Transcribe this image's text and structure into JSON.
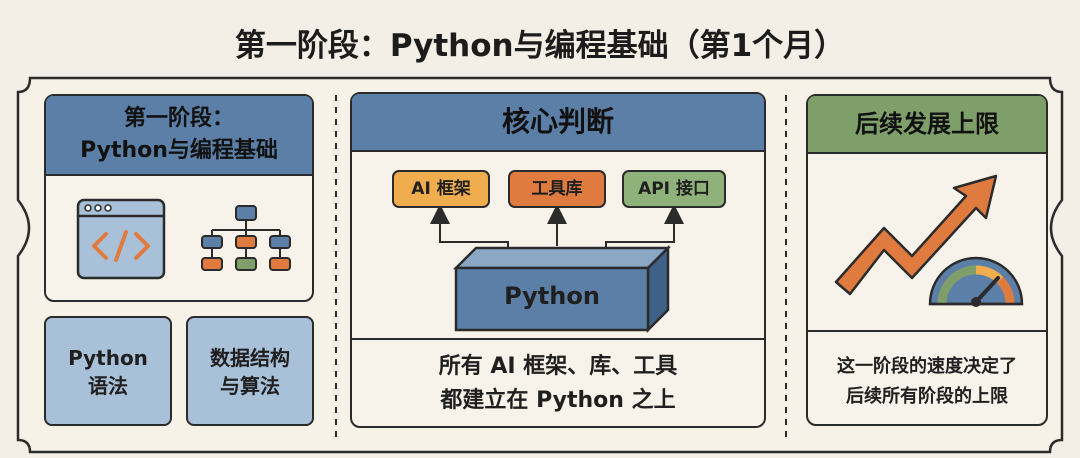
{
  "title": "第一阶段：Python与编程基础（第1个月）",
  "left_panel": {
    "heading_line1": "第一阶段：",
    "heading_line2": "Python与编程基础",
    "card1_line1": "Python",
    "card1_line2": "语法",
    "card2_line1": "数据结构",
    "card2_line2": "与算法"
  },
  "center_panel": {
    "heading": "核心判断",
    "tags": [
      "AI 框架",
      "工具库",
      "API 接口"
    ],
    "base_label": "Python",
    "caption_line1": "所有 AI 框架、库、工具",
    "caption_line2": "都建立在 Python 之上"
  },
  "right_panel": {
    "heading": "后续发展上限",
    "caption_line1": "这一阶段的速度决定了",
    "caption_line2": "后续所有阶段的上限"
  },
  "colors": {
    "background": "#f4efe6",
    "blue_header": "#5b7fa6",
    "light_blue": "#a9c1d8",
    "green_header": "#7f9f6a",
    "orange": "#e07b3f",
    "yellow": "#f0ad4e"
  }
}
